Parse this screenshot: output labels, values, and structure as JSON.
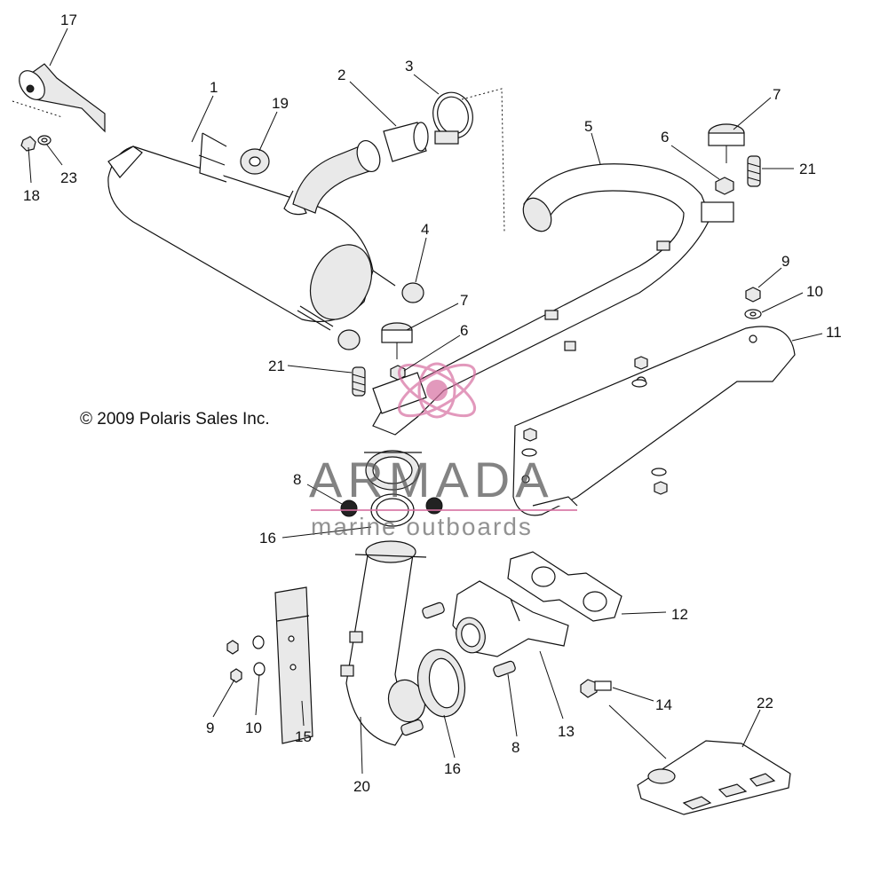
{
  "copyright": "© 2009 Polaris Sales Inc.",
  "watermark": {
    "title": "ARMADA",
    "subtitle": "marine outboards",
    "accent_color": "#d66ea0"
  },
  "callouts": [
    {
      "id": "c17",
      "label": "17"
    },
    {
      "id": "c1",
      "label": "1"
    },
    {
      "id": "c19",
      "label": "19"
    },
    {
      "id": "c2",
      "label": "2"
    },
    {
      "id": "c3",
      "label": "3"
    },
    {
      "id": "c18",
      "label": "18"
    },
    {
      "id": "c23",
      "label": "23"
    },
    {
      "id": "c7a",
      "label": "7"
    },
    {
      "id": "c5",
      "label": "5"
    },
    {
      "id": "c6a",
      "label": "6"
    },
    {
      "id": "c21a",
      "label": "21"
    },
    {
      "id": "c4",
      "label": "4"
    },
    {
      "id": "c9a",
      "label": "9"
    },
    {
      "id": "c10a",
      "label": "10"
    },
    {
      "id": "c7b",
      "label": "7"
    },
    {
      "id": "c11",
      "label": "11"
    },
    {
      "id": "c6b",
      "label": "6"
    },
    {
      "id": "c21b",
      "label": "21"
    },
    {
      "id": "c8a",
      "label": "8"
    },
    {
      "id": "c16a",
      "label": "16"
    },
    {
      "id": "c12",
      "label": "12"
    },
    {
      "id": "c14",
      "label": "14"
    },
    {
      "id": "c22",
      "label": "22"
    },
    {
      "id": "c13",
      "label": "13"
    },
    {
      "id": "c8b",
      "label": "8"
    },
    {
      "id": "c9b",
      "label": "9"
    },
    {
      "id": "c10b",
      "label": "10"
    },
    {
      "id": "c15",
      "label": "15"
    },
    {
      "id": "c20",
      "label": "20"
    },
    {
      "id": "c16b",
      "label": "16"
    }
  ]
}
